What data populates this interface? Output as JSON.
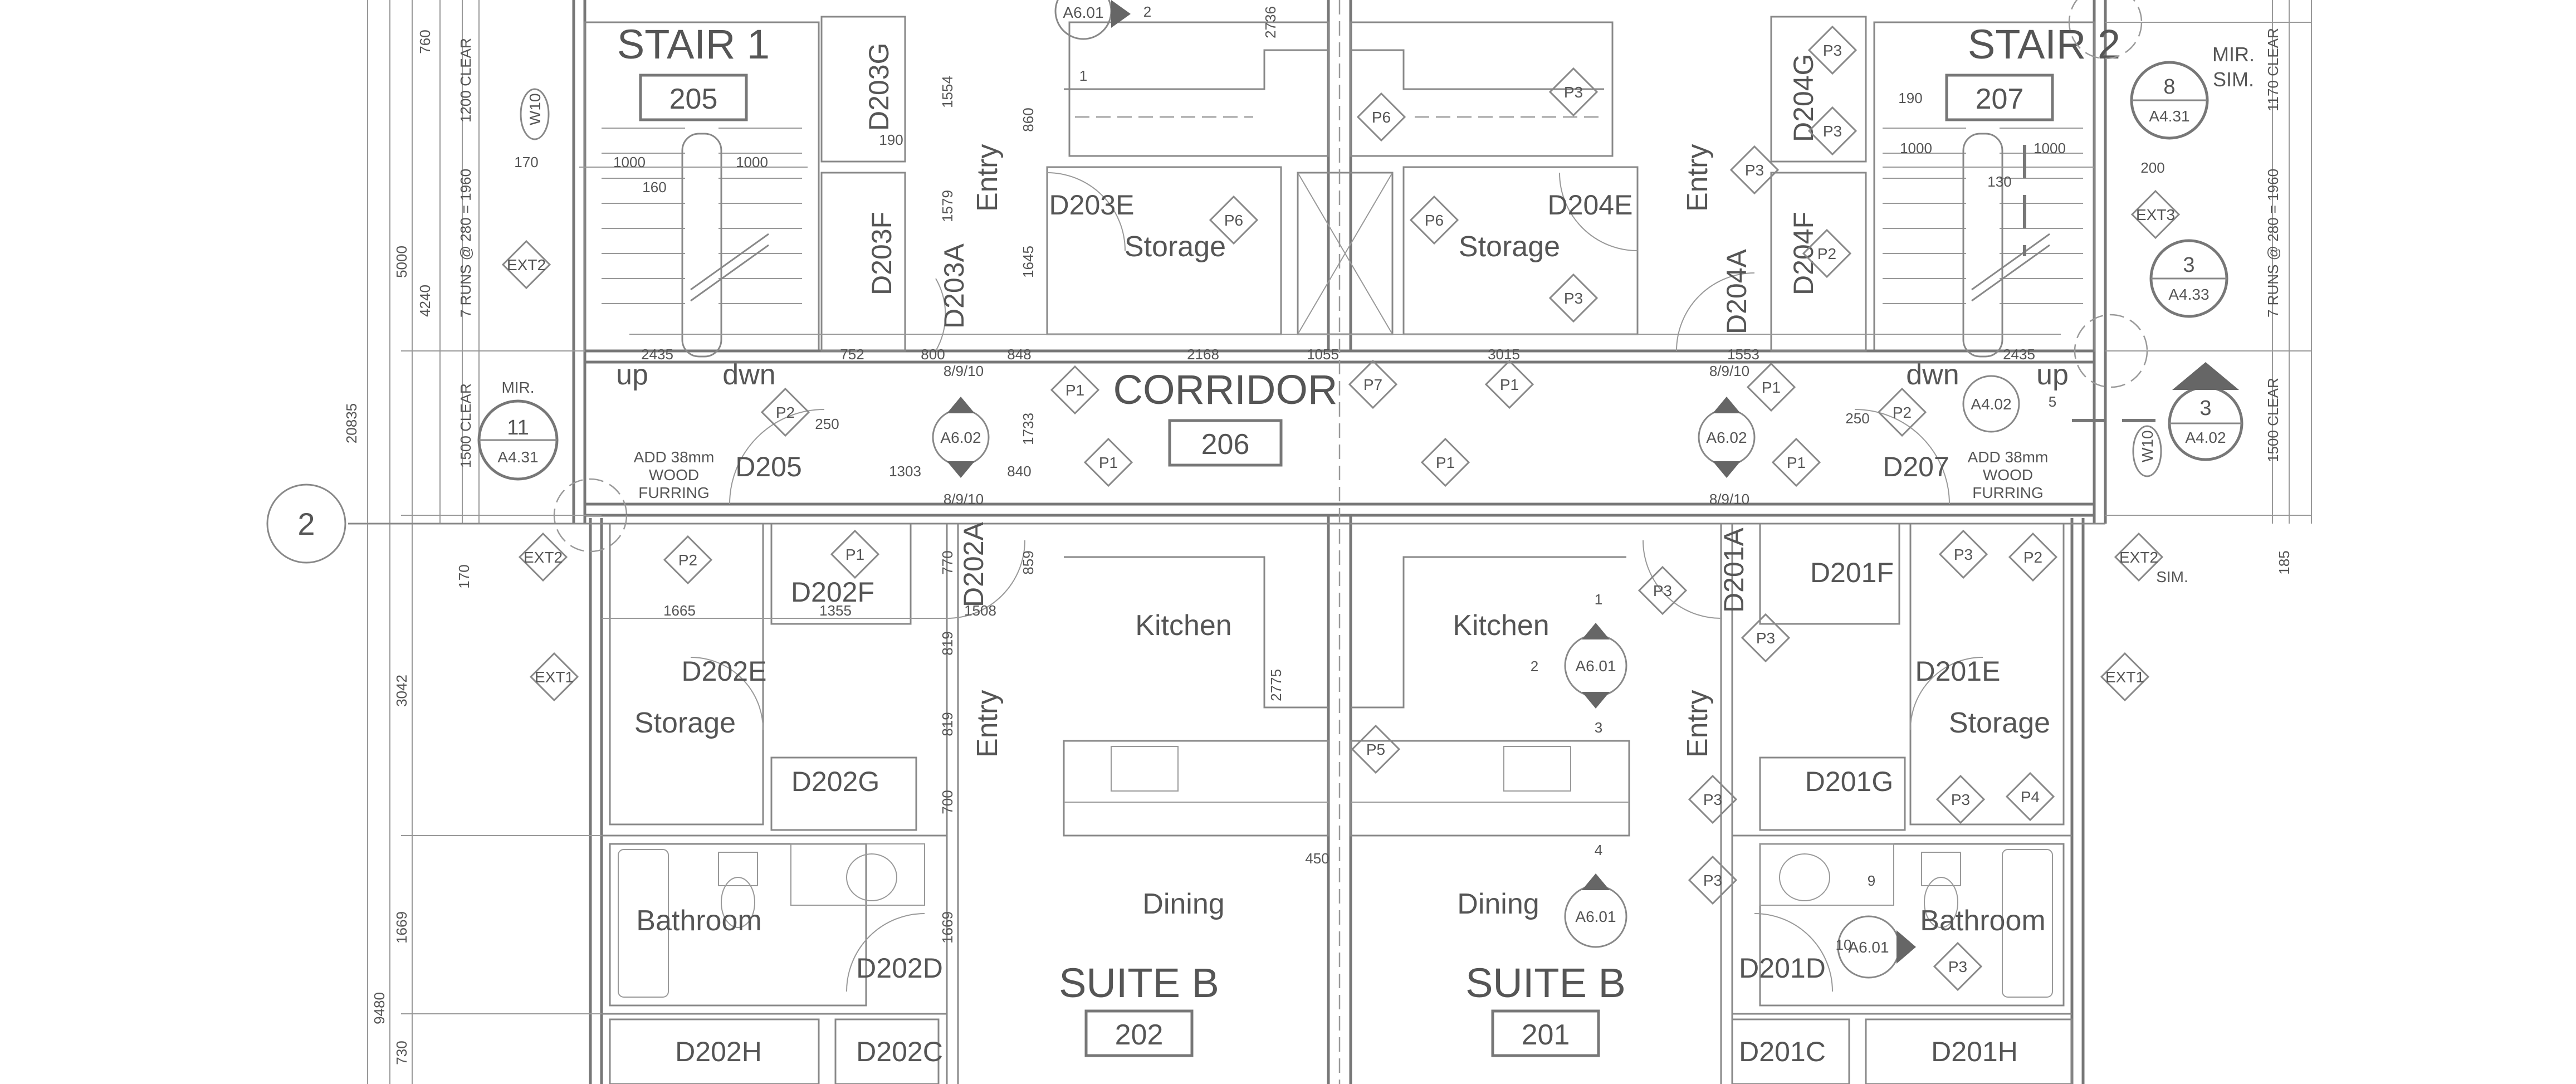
{
  "title_blocks": {
    "stair1": {
      "title": "STAIR 1",
      "number": "205"
    },
    "stair2": {
      "title": "STAIR 2",
      "number": "207"
    },
    "corridor": {
      "title": "CORRIDOR",
      "number": "206"
    },
    "suite202": {
      "title": "SUITE B",
      "number": "202"
    },
    "suite201": {
      "title": "SUITE B",
      "number": "201"
    }
  },
  "grid": {
    "bubble": "2"
  },
  "rooms": {
    "storage_l": "Storage",
    "storage_r": "Storage",
    "entry_l1": "Entry",
    "entry_r1": "Entry",
    "kitchen_l": "Kitchen",
    "kitchen_r": "Kitchen",
    "storage_l2": "Storage",
    "storage_r2": "Storage",
    "entry_l2": "Entry",
    "entry_r2": "Entry",
    "dining_l": "Dining",
    "dining_r": "Dining",
    "bath_l": "Bathroom",
    "bath_r": "Bathroom",
    "up_l": "up",
    "dwn_l": "dwn",
    "up_r": "up",
    "dwn_r": "dwn"
  },
  "doors": {
    "d203g": "D203G",
    "d203f": "D203F",
    "d203a": "D203A",
    "d203e": "D203E",
    "d204g": "D204G",
    "d204f": "D204F",
    "d204a": "D204A",
    "d204e": "D204E",
    "d205": "D205",
    "d207": "D207",
    "d202f": "D202F",
    "d202a": "D202A",
    "d202e": "D202E",
    "d202g": "D202G",
    "d202d": "D202D",
    "d202h": "D202H",
    "d202c": "D202C",
    "d201f": "D201F",
    "d201a": "D201A",
    "d201e": "D201E",
    "d201g": "D201G",
    "d201d": "D201D",
    "d201h": "D201H",
    "d201c": "D201C"
  },
  "tags": {
    "w10_l": "W10",
    "w10_r": "W10",
    "ext2_a": "EXT2",
    "ext2_b": "EXT2",
    "ext2_c": "EXT2",
    "ext1_l": "EXT1",
    "ext1_r": "EXT1",
    "ext3": "EXT3",
    "p6_a": "P6",
    "p6_b": "P6",
    "p6_c": "P6",
    "p3_a": "P3",
    "p3_b": "P3",
    "p3_c": "P3",
    "p3_d": "P3",
    "p3_e": "P3",
    "p3_f": "P3",
    "p3_g": "P3",
    "p3_h": "P3",
    "p3_i": "P3",
    "p3_j": "P3",
    "p3_k": "P3",
    "p3_l": "P3",
    "p1_a": "P1",
    "p1_b": "P1",
    "p1_c": "P1",
    "p1_d": "P1",
    "p1_e": "P1",
    "p1_f": "P1",
    "p1_g": "P1",
    "p2_a": "P2",
    "p2_b": "P2",
    "p2_c": "P2",
    "p2_d": "P2",
    "p2_e": "P2",
    "p7": "P7",
    "p5": "P5",
    "p4": "P4"
  },
  "section_refs": {
    "a601_top": "A6.01",
    "a601_kr": "A6.01",
    "a601_dr": "A6.01",
    "a601_br": "A6.01",
    "a602_l": "A6.02",
    "a602_r": "A6.02",
    "a431_l_num": "11",
    "a431_l_sheet": "A4.31",
    "a431_r_num": "8",
    "a431_r_sheet": "A4.31",
    "a433_num": "3",
    "a433_sheet": "A4.33",
    "a402_r_sheet": "A4.02",
    "a402_flag_num": "3",
    "a402_flag_sheet": "A4.02"
  },
  "notes": {
    "mir_l": "MIR.",
    "mir_r": "MIR.",
    "sim_r": "SIM.",
    "sim_b": "SIM.",
    "furring_l1": "ADD 38mm",
    "furring_l2": "WOOD",
    "furring_l3": "FURRING",
    "furring_r1": "ADD 38mm",
    "furring_r2": "WOOD",
    "furring_r3": "FURRING",
    "runs_l": "7 RUNS @ 280 = 1960",
    "runs_r": "7 RUNS @ 280 = 1960",
    "clear_1200": "1200 CLEAR",
    "clear_1500_l": "1500 CLEAR",
    "clear_1170": "1170 CLEAR",
    "clear_1500_r": "1500 CLEAR"
  },
  "dims": {
    "d760": "760",
    "d5000": "5000",
    "d4240": "4240",
    "d20835": "20835",
    "d170v": "170",
    "d3042": "3042",
    "d1669v": "1669",
    "d9480": "9480",
    "d730": "730",
    "d170": "170",
    "d1000a": "1000",
    "d1000b": "1000",
    "d160": "160",
    "d190": "190",
    "d1554": "1554",
    "d1579": "1579",
    "d860": "860",
    "d1645": "1645",
    "d2736": "2736",
    "d2435_l": "2435",
    "d752": "752",
    "d800": "800",
    "d848": "848",
    "d2168": "2168",
    "d1055": "1055",
    "d3015": "3015",
    "d1553": "1553",
    "d2435_r": "2435",
    "d250_l": "250",
    "d250_r": "250",
    "d1303": "1303",
    "d840": "840",
    "d1733": "1733",
    "d859": "859",
    "d770": "770",
    "d819a": "819",
    "d819b": "819",
    "d1665": "1665",
    "d1355": "1355",
    "d1508": "1508",
    "d700": "700",
    "d1669b": "1669",
    "d2775": "2775",
    "d450": "450",
    "d190r": "190",
    "d1000c": "1000",
    "d1000d": "1000",
    "d130": "130",
    "d200": "200",
    "d185": "185",
    "frac_l": "8/9/10",
    "frac_l2": "8/9/10",
    "frac_r": "8/9/10",
    "frac_r2": "8/9/10",
    "n1a": "1",
    "n2a": "2",
    "n1b": "1",
    "n2b": "2",
    "n3": "3",
    "n4": "4",
    "n5": "5",
    "n9": "9",
    "n10": "10"
  }
}
